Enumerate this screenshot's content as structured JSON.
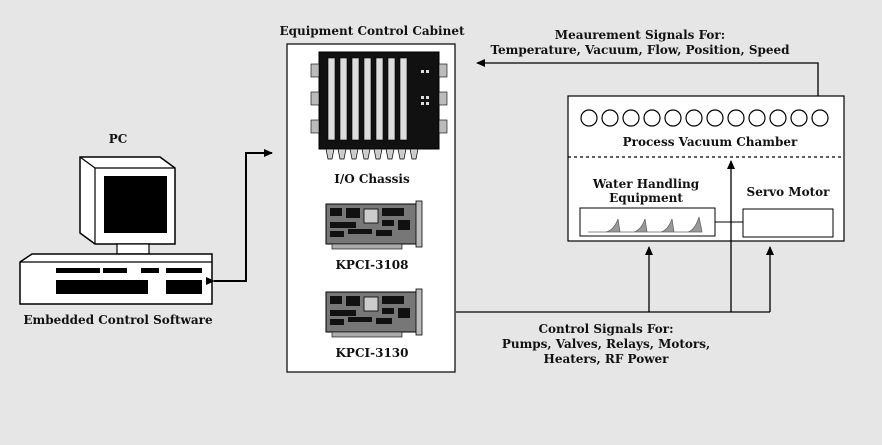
{
  "pc": {
    "title": "PC",
    "caption": "Embedded Control Software"
  },
  "cabinet": {
    "title": "Equipment Control Cabinet",
    "io_chassis_label": "I/O Chassis",
    "card1_label": "KPCI-3108",
    "card2_label": "KPCI-3130"
  },
  "chamber": {
    "title": "Process Vacuum Chamber",
    "water_label_line1": "Water Handling",
    "water_label_line2": "Equipment",
    "servo_label": "Servo Motor",
    "port_count": 12
  },
  "measurement": {
    "line1": "Meaurement Signals For:",
    "line2": "Temperature, Vacuum, Flow, Position, Speed"
  },
  "control": {
    "line1": "Control Signals For:",
    "line2": "Pumps, Valves, Relays, Motors,",
    "line3": "Heaters, RF  Power"
  },
  "colors": {
    "background": "#e6e6e6",
    "panel": "#ffffff",
    "ink": "#000000"
  }
}
